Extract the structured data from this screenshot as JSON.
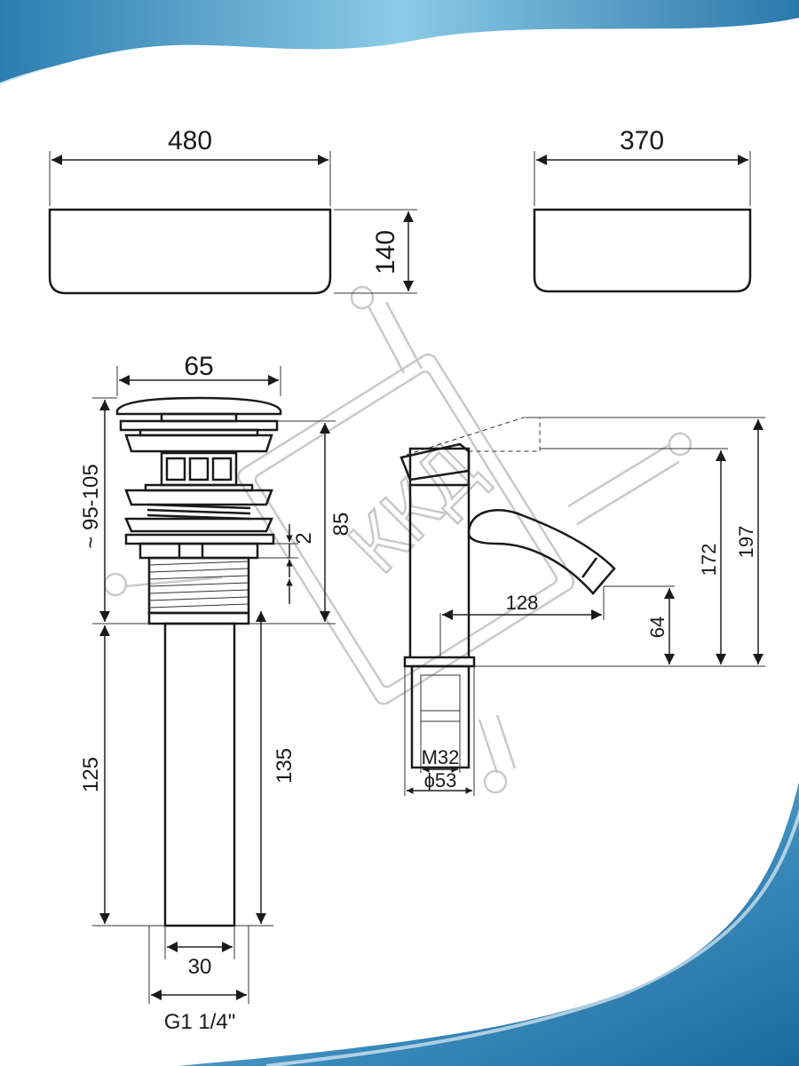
{
  "colors": {
    "wave_dark": "#1f6fa0",
    "wave_light": "#7fc0de",
    "line": "#1a1a1a",
    "watermark": "#c9c9c9"
  },
  "watermark": {
    "text": "ККД"
  },
  "basin": {
    "front_width": "480",
    "side_width": "370",
    "height": "140"
  },
  "drain": {
    "cap_diameter": "65",
    "body_height": "85",
    "total_height": "~ 95-105",
    "gap": "2",
    "pipe_length": "125",
    "pipe_total": "135",
    "inner_diameter": "30",
    "thread": "G1 1/4\""
  },
  "faucet": {
    "height_total": "197",
    "height_spout_top": "172",
    "spout_reach": "128",
    "spout_height": "64",
    "thread": "M32",
    "base_diameter": "ϕ53"
  }
}
